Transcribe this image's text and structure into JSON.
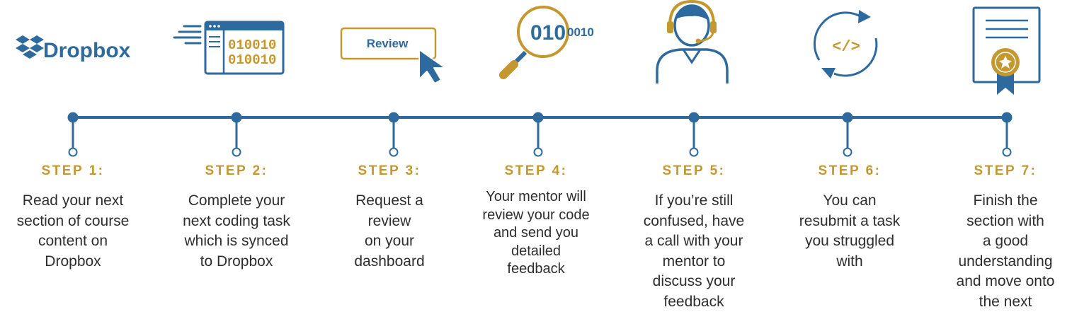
{
  "colors": {
    "primary": "#2f6a9e",
    "gold": "#c4982e",
    "text": "#2e2e2e"
  },
  "icons": {
    "dropbox_text": "Dropbox",
    "code_window_line1": "010010",
    "code_window_line2": "010010",
    "review_button": "Review",
    "magnifier_big": "010",
    "magnifier_small": "0010",
    "code_tag": "</>"
  },
  "steps": [
    {
      "label": "STEP 1:",
      "icon": "dropbox-logo-icon",
      "lines": [
        "Read your next",
        "section of course",
        "content on",
        "Dropbox"
      ]
    },
    {
      "label": "STEP 2:",
      "icon": "code-sync-window-icon",
      "lines": [
        "Complete your",
        "next coding task",
        "which is synced",
        "to Dropbox"
      ]
    },
    {
      "label": "STEP 3:",
      "icon": "review-click-icon",
      "lines": [
        "Request a",
        "review",
        "on your",
        "dashboard"
      ]
    },
    {
      "label": "STEP 4:",
      "icon": "magnifier-code-icon",
      "lines": [
        "Your mentor will",
        "review your code",
        "and send you",
        "detailed",
        "feedback"
      ]
    },
    {
      "label": "STEP 5:",
      "icon": "mentor-headset-icon",
      "lines": [
        "If you’re still",
        "confused, have",
        "a call with your",
        "mentor to",
        "discuss your",
        "feedback"
      ]
    },
    {
      "label": "STEP 6:",
      "icon": "resubmit-code-icon",
      "lines": [
        "You can",
        "resubmit a task",
        "you struggled",
        "with"
      ]
    },
    {
      "label": "STEP 7:",
      "icon": "certificate-icon",
      "lines": [
        "Finish the",
        "section with",
        "a good",
        "understanding",
        "and move onto",
        "the next"
      ]
    }
  ]
}
